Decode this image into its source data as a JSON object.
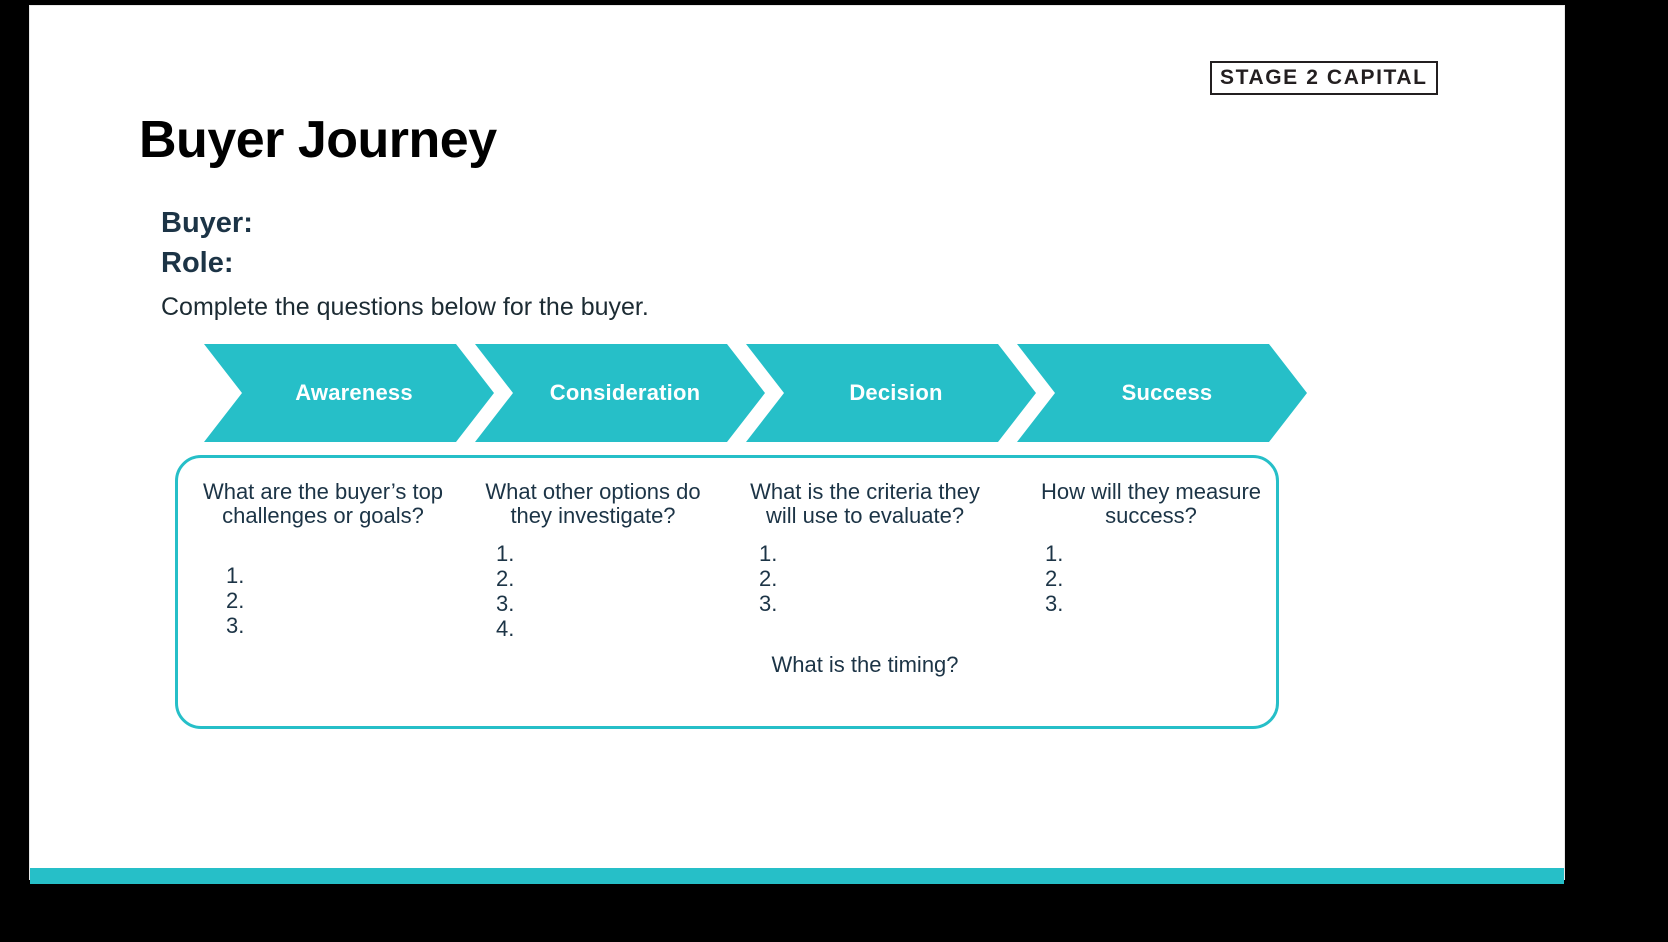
{
  "brand": {
    "logo_text": "STAGE 2 CAPITAL",
    "accent_color": "#26bfc8",
    "navy_color": "#1c3446",
    "logo_border_color": "#231f20"
  },
  "header": {
    "title": "Buyer Journey"
  },
  "fields": {
    "buyer_label": "Buyer:",
    "role_label": "Role:",
    "instruction": "Complete the questions below for the buyer."
  },
  "stages": [
    {
      "label": "Awareness"
    },
    {
      "label": "Consideration"
    },
    {
      "label": "Decision"
    },
    {
      "label": "Success"
    }
  ],
  "questions": [
    {
      "prompt": "What are the buyer’s top challenges or goals?",
      "items": [
        "1.",
        "2.",
        "3."
      ]
    },
    {
      "prompt": "What other options do they investigate?",
      "items": [
        "1.",
        "2.",
        "3.",
        "4."
      ]
    },
    {
      "prompt": "What is the criteria they will use to evaluate?",
      "items": [
        "1.",
        "2.",
        "3."
      ]
    },
    {
      "prompt": "How will they measure success?",
      "items": [
        "1.",
        "2.",
        "3."
      ]
    }
  ],
  "timing_note": "What is the timing?"
}
